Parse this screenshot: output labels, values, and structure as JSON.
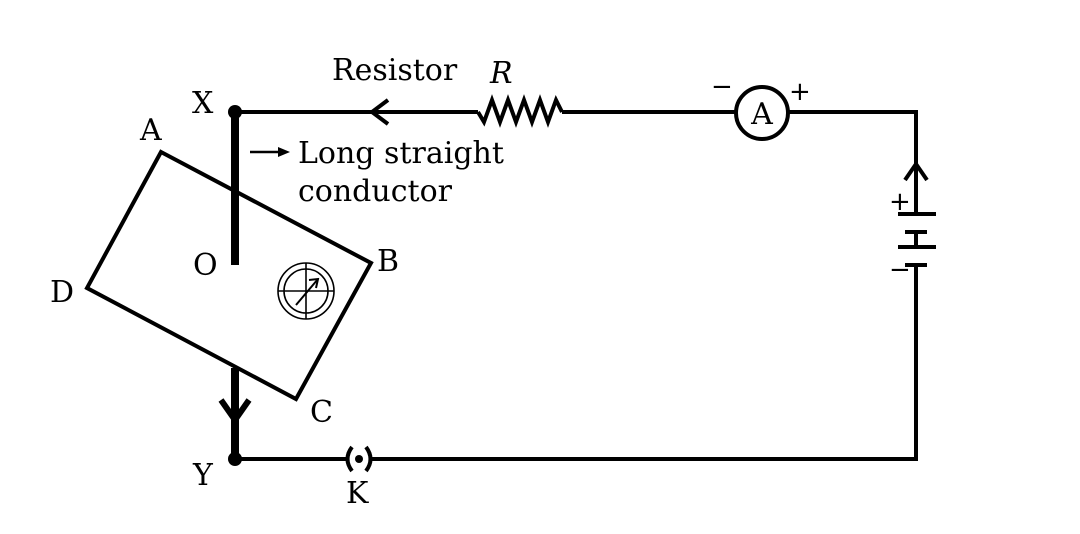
{
  "diagram": {
    "title": "Circuit with long straight conductor XY and rectangular loop ABCD with compass",
    "labels": {
      "X": "X",
      "Y": "Y",
      "A": "A",
      "B": "B",
      "C": "C",
      "D": "D",
      "O": "O",
      "K": "K",
      "resistor_text": "Resistor",
      "resistor_symbol": "R",
      "ammeter": "A",
      "conductor_line1": "Long straight",
      "conductor_line2": "conductor",
      "ammeter_minus": "−",
      "ammeter_plus": "+",
      "battery_plus": "+",
      "battery_minus": "−"
    },
    "components": [
      "long straight conductor XY",
      "rectangular loop ABCD",
      "compass",
      "resistor R",
      "ammeter A",
      "battery",
      "key K"
    ],
    "current_direction": [
      "battery upward",
      "top wire right-to-left",
      "conductor downward X to Y"
    ],
    "colors": {
      "ink": "#000000",
      "background": "#ffffff"
    }
  }
}
